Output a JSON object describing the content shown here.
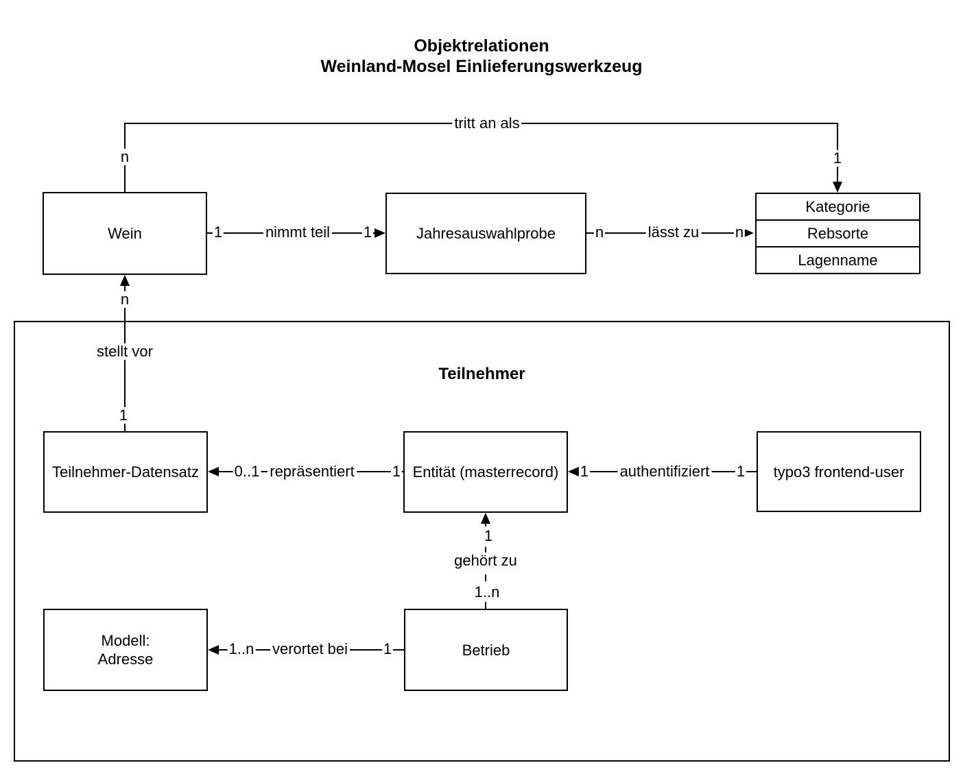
{
  "title": {
    "line1": "Objektrelationen",
    "line2": "Weinland-Mosel Einlieferungswerkzeug"
  },
  "boxes": {
    "wein": {
      "label": "Wein"
    },
    "jahresauswahlprobe": {
      "label": "Jahresauswahlprobe"
    },
    "kategorie_stack": {
      "rows": [
        "Kategorie",
        "Rebsorte",
        "Lagenname"
      ]
    },
    "teilnehmer_container": {
      "label": "Teilnehmer"
    },
    "teilnehmer_datensatz": {
      "label": "Teilnehmer-Datensatz"
    },
    "entitaet": {
      "label": "Entität (masterrecord)"
    },
    "typo3_frontend_user": {
      "label": "typo3 frontend-user"
    },
    "modell_adresse": {
      "line1": "Modell:",
      "line2": "Adresse"
    },
    "betrieb": {
      "label": "Betrieb"
    }
  },
  "relations": {
    "nimmt_teil": {
      "label": "nimmt teil",
      "left_card": "1",
      "right_card": "1"
    },
    "laesst_zu": {
      "label": "lässt zu",
      "left_card": "n",
      "right_card": "n"
    },
    "tritt_an_als": {
      "label": "tritt an als",
      "wein_card": "n",
      "kategorie_card": "1"
    },
    "stellt_vor": {
      "label": "stellt vor",
      "top_card": "n",
      "bottom_card": "1"
    },
    "repraesentiert": {
      "label": "repräsentiert",
      "left_card": "0..1",
      "right_card": "1"
    },
    "authentifiziert": {
      "label": "authentifiziert",
      "left_card": "1",
      "right_card": "1"
    },
    "gehoert_zu": {
      "label": "gehört zu",
      "top_card": "1",
      "bottom_card": "1..n"
    },
    "verortet_bei": {
      "label": "verortet bei",
      "left_card": "1..n",
      "right_card": "1"
    }
  },
  "colors": {
    "line": "#000000",
    "text": "#000000",
    "background": "#ffffff"
  }
}
